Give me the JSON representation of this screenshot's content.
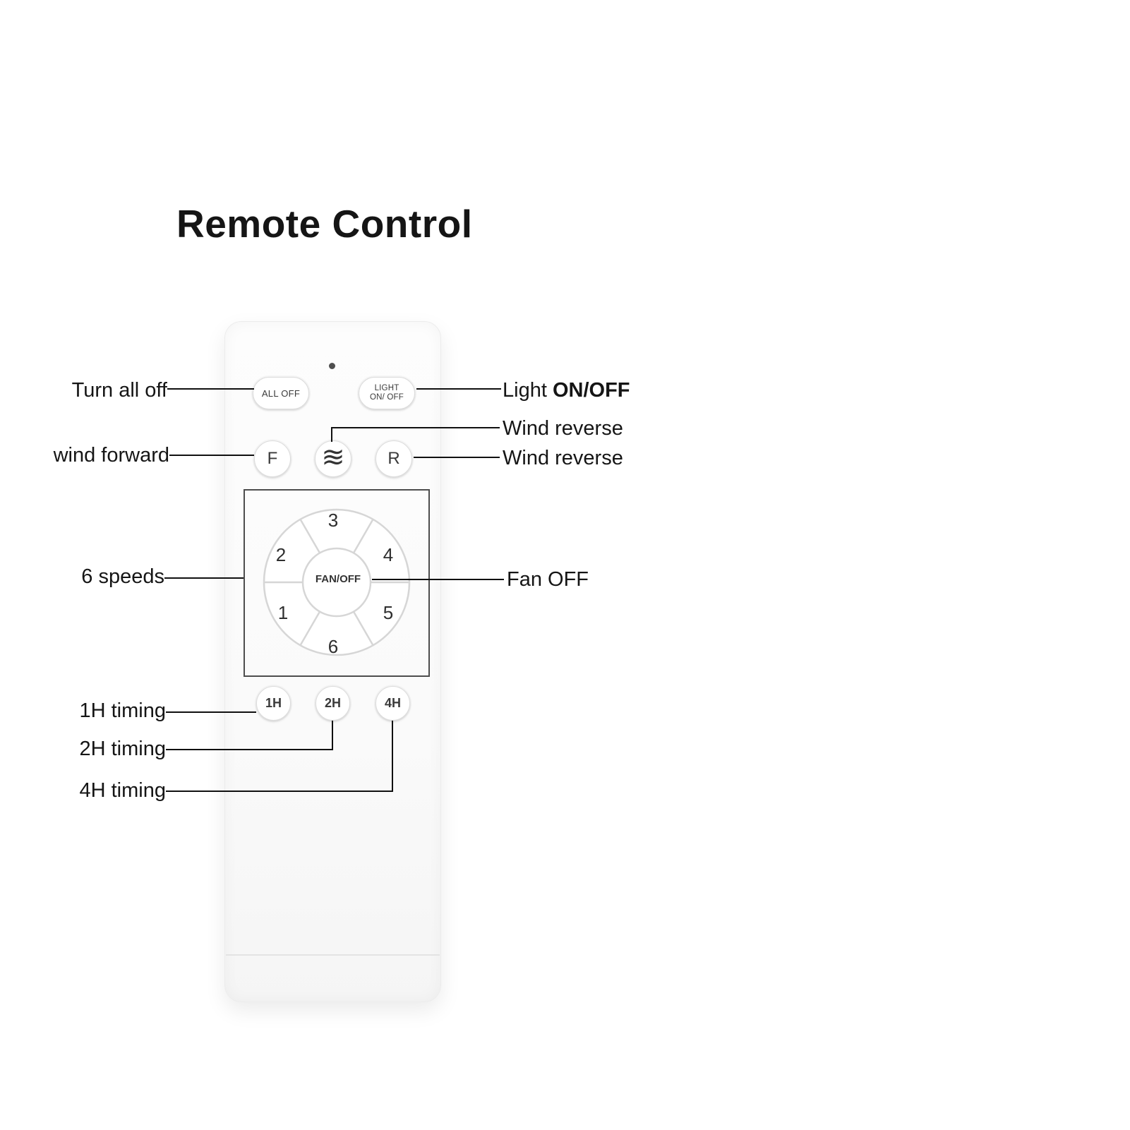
{
  "title": "Remote Control",
  "remote": {
    "all_off_label": "ALL OFF",
    "light_label_line1": "LIGHT",
    "light_label_line2": "ON/ OFF",
    "forward_label": "F",
    "reverse_label": "R",
    "wind_icon_glyph": "≋",
    "fan_off_label": "FAN/OFF",
    "speed_1": "1",
    "speed_2": "2",
    "speed_3": "3",
    "speed_4": "4",
    "speed_5": "5",
    "speed_6": "6",
    "timer_1h": "1H",
    "timer_2h": "2H",
    "timer_4h": "4H"
  },
  "annotations": {
    "turn_all_off": "Turn all off",
    "wind_forward": "wind forward",
    "six_speeds": "6 speeds",
    "timing_1h": "1H timing",
    "timing_2h": "2H timing",
    "timing_4h": "4H timing",
    "light_prefix": "Light ",
    "light_bold": "ON/OFF",
    "wind_reverse_top": "Wind reverse",
    "wind_reverse_right": "Wind reverse",
    "fan_off": "Fan OFF"
  },
  "colors": {
    "background": "#ffffff",
    "text": "#151515",
    "line": "#101010",
    "remote_body": "#fbfbfb",
    "button_border": "#dcdcdc"
  }
}
